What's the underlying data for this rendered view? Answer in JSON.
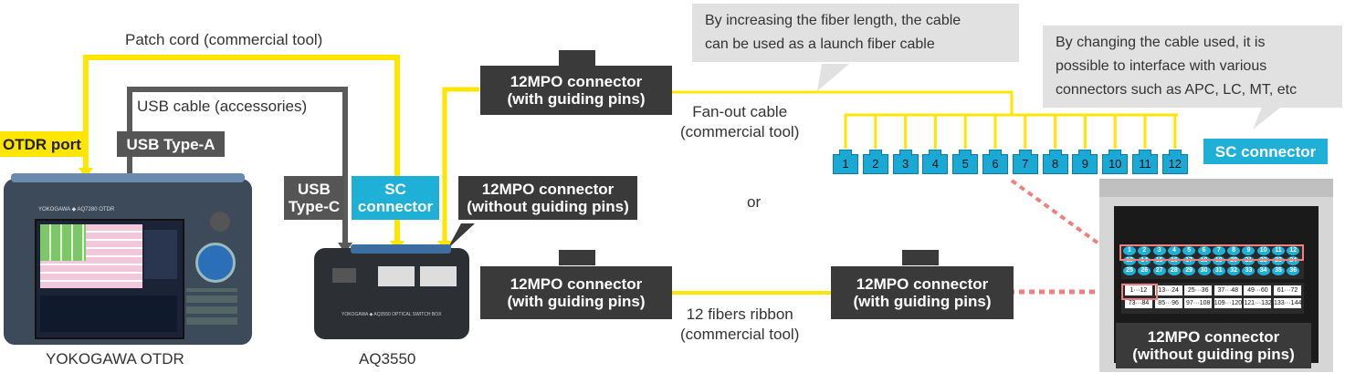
{
  "labels": {
    "patch_cord": "Patch cord (commercial tool)",
    "usb_cable": "USB cable (accessories)",
    "otdr_port": "OTDR port",
    "usb_type_a": "USB Type-A",
    "usb_type_c": "USB\nType-C",
    "sc_connector_box": "SC\nconnector",
    "mpo_with_pins_top": "12MPO connector\n(with guiding pins)",
    "mpo_without_pins": "12MPO connector\n(without guiding pins)",
    "mpo_with_pins_bottom_left": "12MPO connector\n(with guiding pins)",
    "mpo_with_pins_bottom_right": "12MPO connector\n(with guiding pins)",
    "mpo_without_pins_rack": "12MPO connector\n(without guiding pins)",
    "fanout_cable": "Fan-out cable\n(commercial tool)",
    "ribbon": "12 fibers ribbon\n(commercial tool)",
    "or": "or",
    "sc_connector_right": "SC connector",
    "otdr_name": "YOKOGAWA OTDR",
    "switch_name": "AQ3550",
    "otdr_brand": "YOKOGAWA ◆ AQ7280 OTDR",
    "switch_brand": "YOKOGAWA ◆ AQ3550 OPTICAL SWITCH BOX"
  },
  "callouts": {
    "fiber_length": "By increasing the fiber length, the cable\ncan be used as a launch fiber cable",
    "cable_change": "By changing the cable used, it is\npossible to interface with various\nconnectors such as APC, LC, MT, etc"
  },
  "sc_numbers": [
    "1",
    "2",
    "3",
    "4",
    "5",
    "6",
    "7",
    "8",
    "9",
    "10",
    "11",
    "12"
  ],
  "panel_top_rows": [
    [
      "1",
      "2",
      "3",
      "4",
      "5",
      "6",
      "7",
      "8",
      "9",
      "10",
      "11",
      "12"
    ],
    [
      "13",
      "14",
      "15",
      "16",
      "17",
      "18",
      "19",
      "20",
      "21",
      "22",
      "23",
      "24"
    ],
    [
      "25",
      "26",
      "27",
      "28",
      "29",
      "30",
      "31",
      "32",
      "33",
      "34",
      "35",
      "36"
    ]
  ],
  "panel_mpo_rows": [
    [
      "1···12",
      "13···24",
      "25···36",
      "37···48",
      "49···60",
      "61···72"
    ],
    [
      "73···84",
      "85···96",
      "97···108",
      "109···120",
      "121···132",
      "133···144"
    ]
  ],
  "colors": {
    "yellow": "#ffe600",
    "dark": "#3a3a3a",
    "cyan": "#1fb0d8",
    "highlight": "#f08080"
  }
}
